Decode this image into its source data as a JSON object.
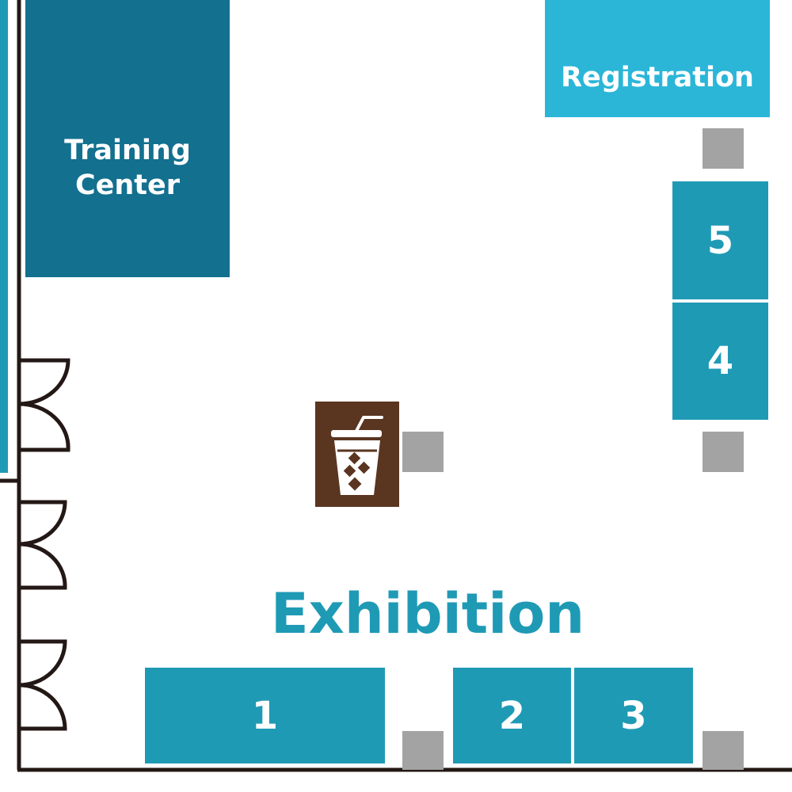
{
  "map": {
    "rooms": {
      "training_center": {
        "line1": "Training",
        "line2": "Center"
      },
      "registration": {
        "label": "Registration"
      }
    },
    "section_heading": "Exhibition",
    "booths": {
      "b1": "1",
      "b2": "2",
      "b3": "3",
      "b4": "4",
      "b5": "5"
    },
    "icons": {
      "cafe": "iced-drink-icon",
      "marker": "grey-square-marker"
    },
    "colors": {
      "training_center": "#13708f",
      "registration": "#2bb6d8",
      "booth": "#1f9ab5",
      "heading": "#1f9ab5",
      "cafe": "#5a3520",
      "marker": "#a3a3a3",
      "wall": "#231815"
    }
  }
}
